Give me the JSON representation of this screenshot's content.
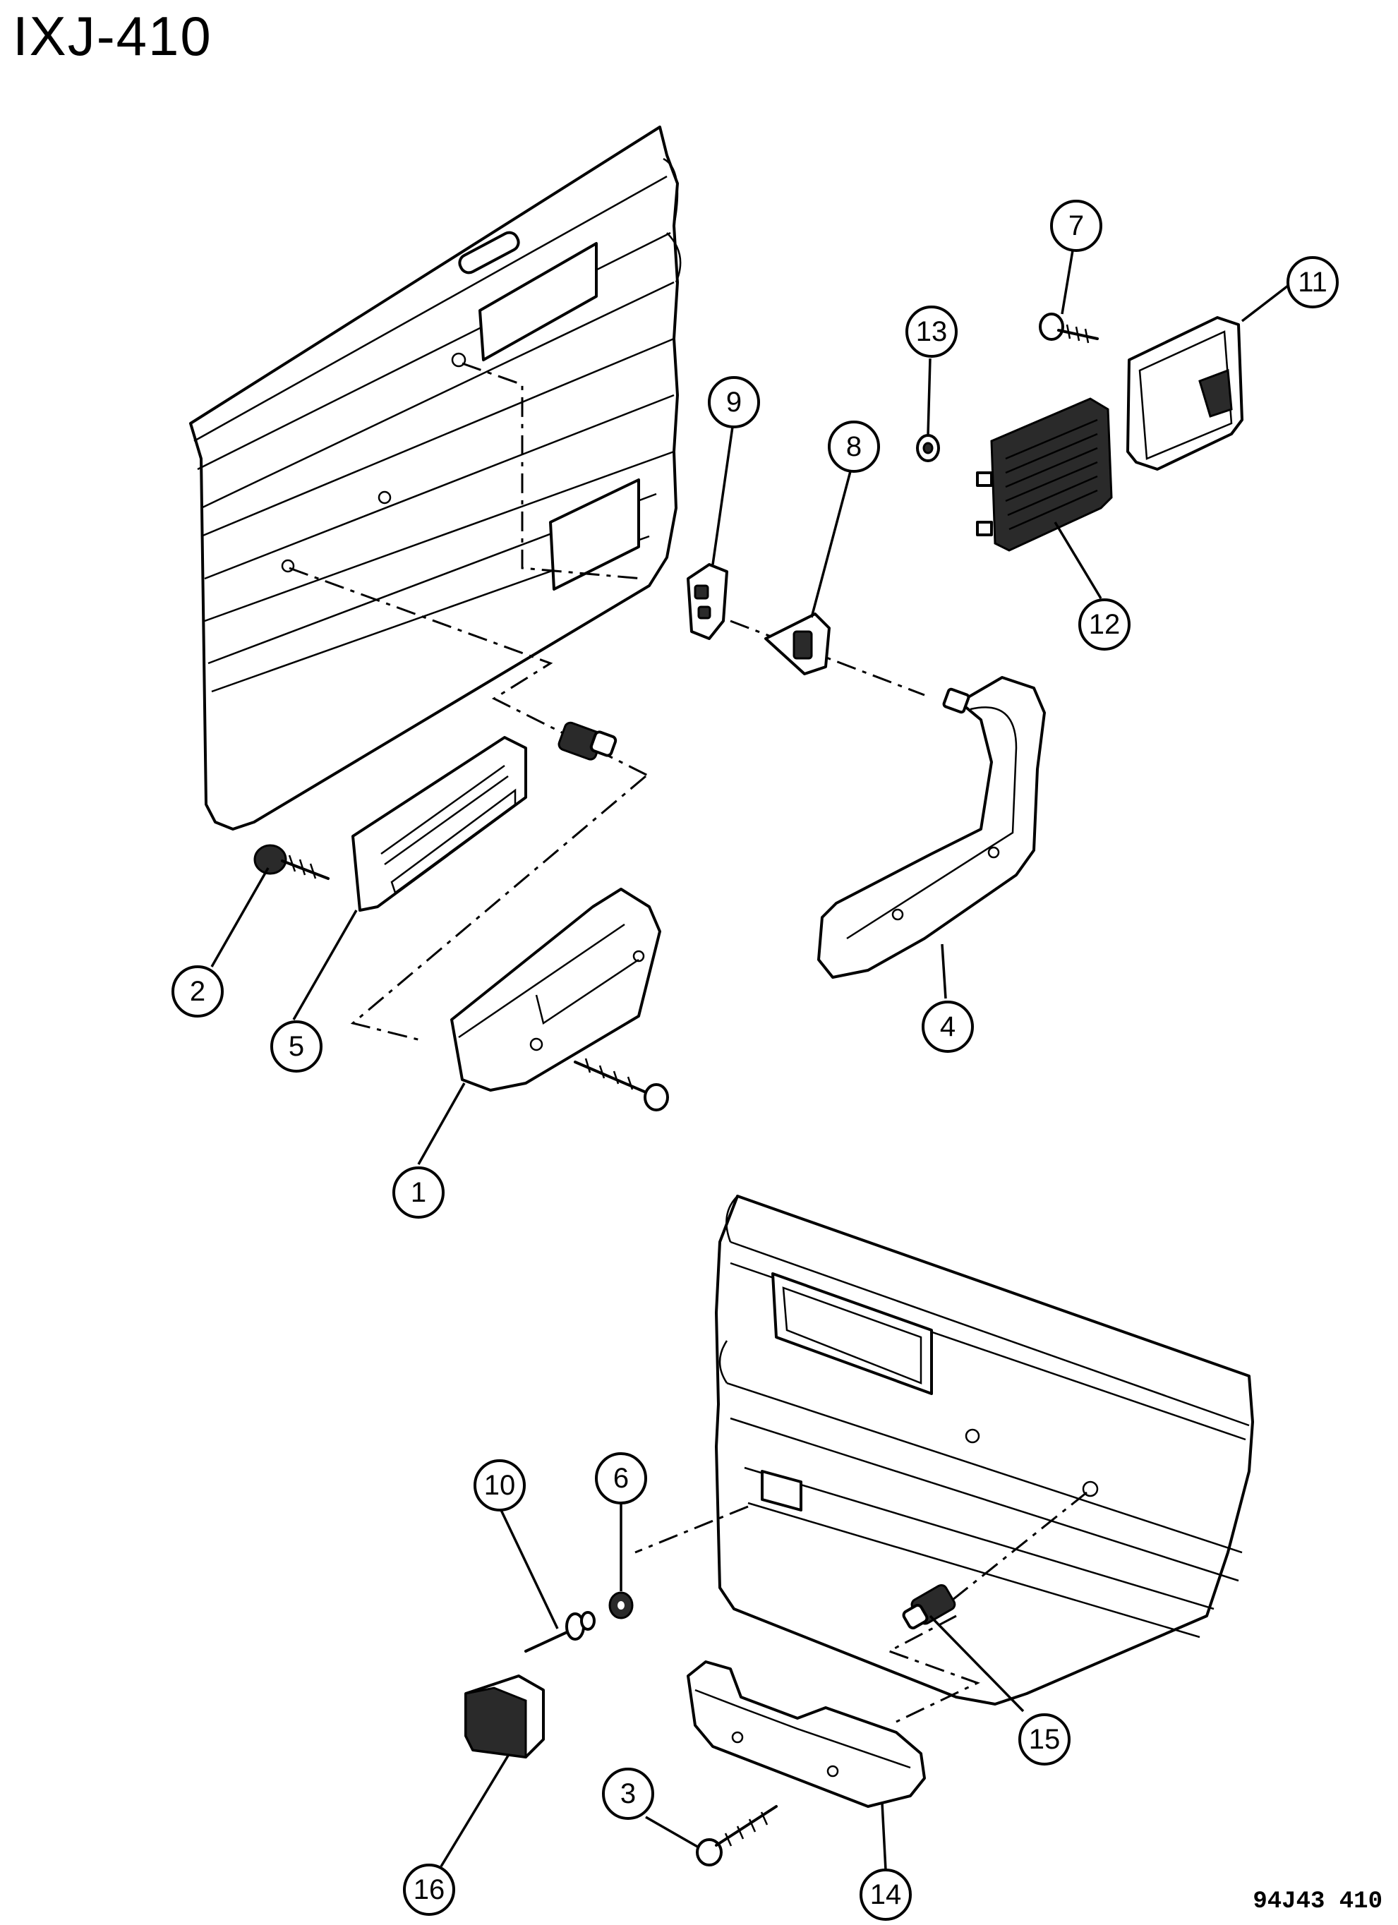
{
  "header": {
    "figure_id": "IXJ-410"
  },
  "footer": {
    "drawing_code": "94J43 410"
  },
  "callouts": {
    "c1": "1",
    "c2": "2",
    "c3": "3",
    "c4": "4",
    "c5": "5",
    "c6": "6",
    "c7": "7",
    "c8": "8",
    "c9": "9",
    "c10": "10",
    "c11": "11",
    "c12": "12",
    "c13": "13",
    "c14": "14",
    "c15": "15",
    "c16": "16"
  }
}
